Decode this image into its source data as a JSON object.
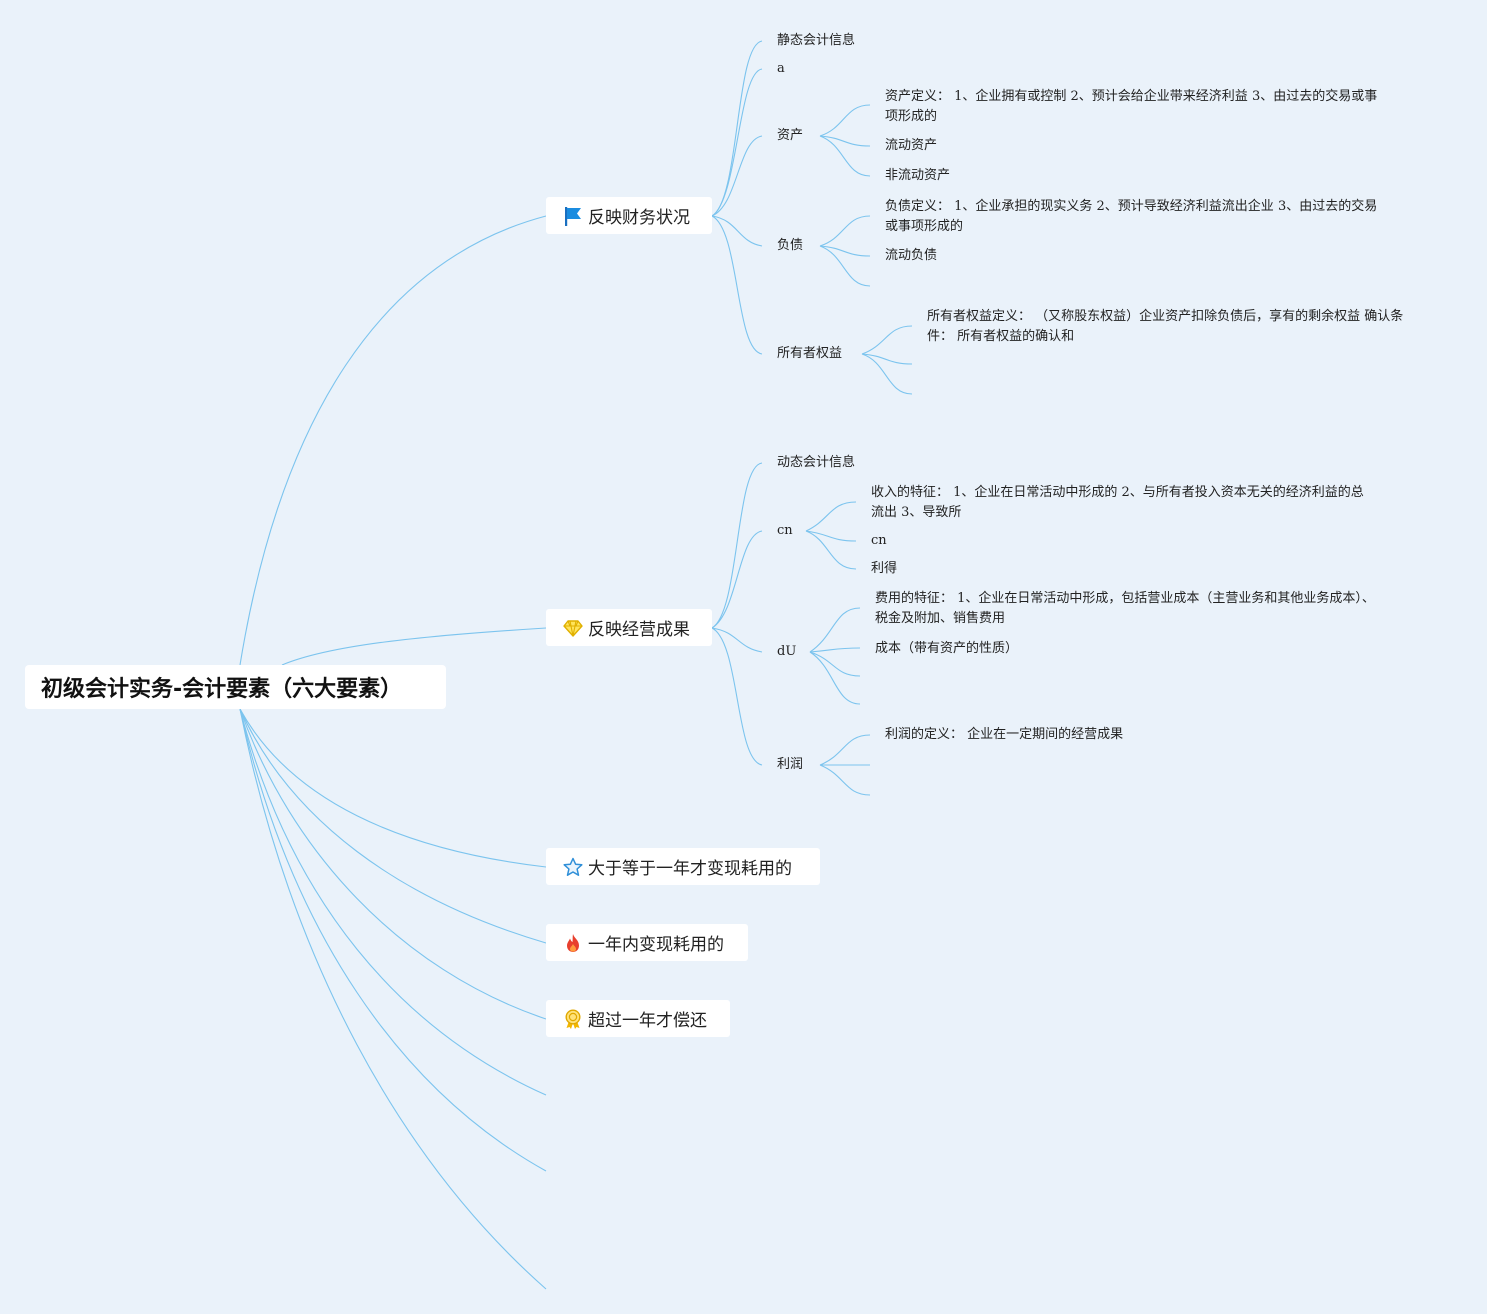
{
  "root": {
    "title": "初级会计实务-会计要素（六大要素）"
  },
  "branches": {
    "b1": {
      "label": "反映财务状况",
      "icon": "flag-icon",
      "color": "#1a8ce0"
    },
    "b2": {
      "label": "反映经营成果",
      "icon": "diamond-icon",
      "color": "#f2c500"
    },
    "b3": {
      "label": "大于等于一年才变现耗用的",
      "icon": "star-icon",
      "color": "#2f8fd8"
    },
    "b4": {
      "label": "一年内变现耗用的",
      "icon": "fire-icon",
      "color": "#e8402e"
    },
    "b5": {
      "label": "超过一年才偿还",
      "icon": "award-icon",
      "color": "#f2b600"
    }
  },
  "nodes": {
    "static_info": "静态会计信息",
    "a": "a",
    "assets": "资产",
    "asset_def": "资产定义： 1、企业拥有或控制 2、预计会给企业带来经济利益 3、由过去的交易或事项形成的",
    "current_assets": "流动资产",
    "noncurrent_assets": "非流动资产",
    "liabilities": "负债",
    "liab_def": "负债定义： 1、企业承担的现实义务 2、预计导致经济利益流出企业 3、由过去的交易或事项形成的",
    "current_liab": "流动负债",
    "equity": "所有者权益",
    "equity_def": "所有者权益定义： （又称股东权益）企业资产扣除负债后，享有的剩余权益 确认条件： 所有者权益的确认和",
    "dynamic_info": "动态会计信息",
    "cn": "cn",
    "revenue_def": "收入的特征： 1、企业在日常活动中形成的 2、与所有者投入资本无关的经济利益的总流出 3、导致所",
    "cn2": "cn",
    "gains": "利得",
    "du": "dU",
    "expense_def": "费用的特征： 1、企业在日常活动中形成，包括营业成本（主营业务和其他业务成本）、税金及附加、销售费用",
    "cost": "成本（带有资产的性质）",
    "profit": "利润",
    "profit_def": "利润的定义： 企业在一定期间的经营成果"
  }
}
